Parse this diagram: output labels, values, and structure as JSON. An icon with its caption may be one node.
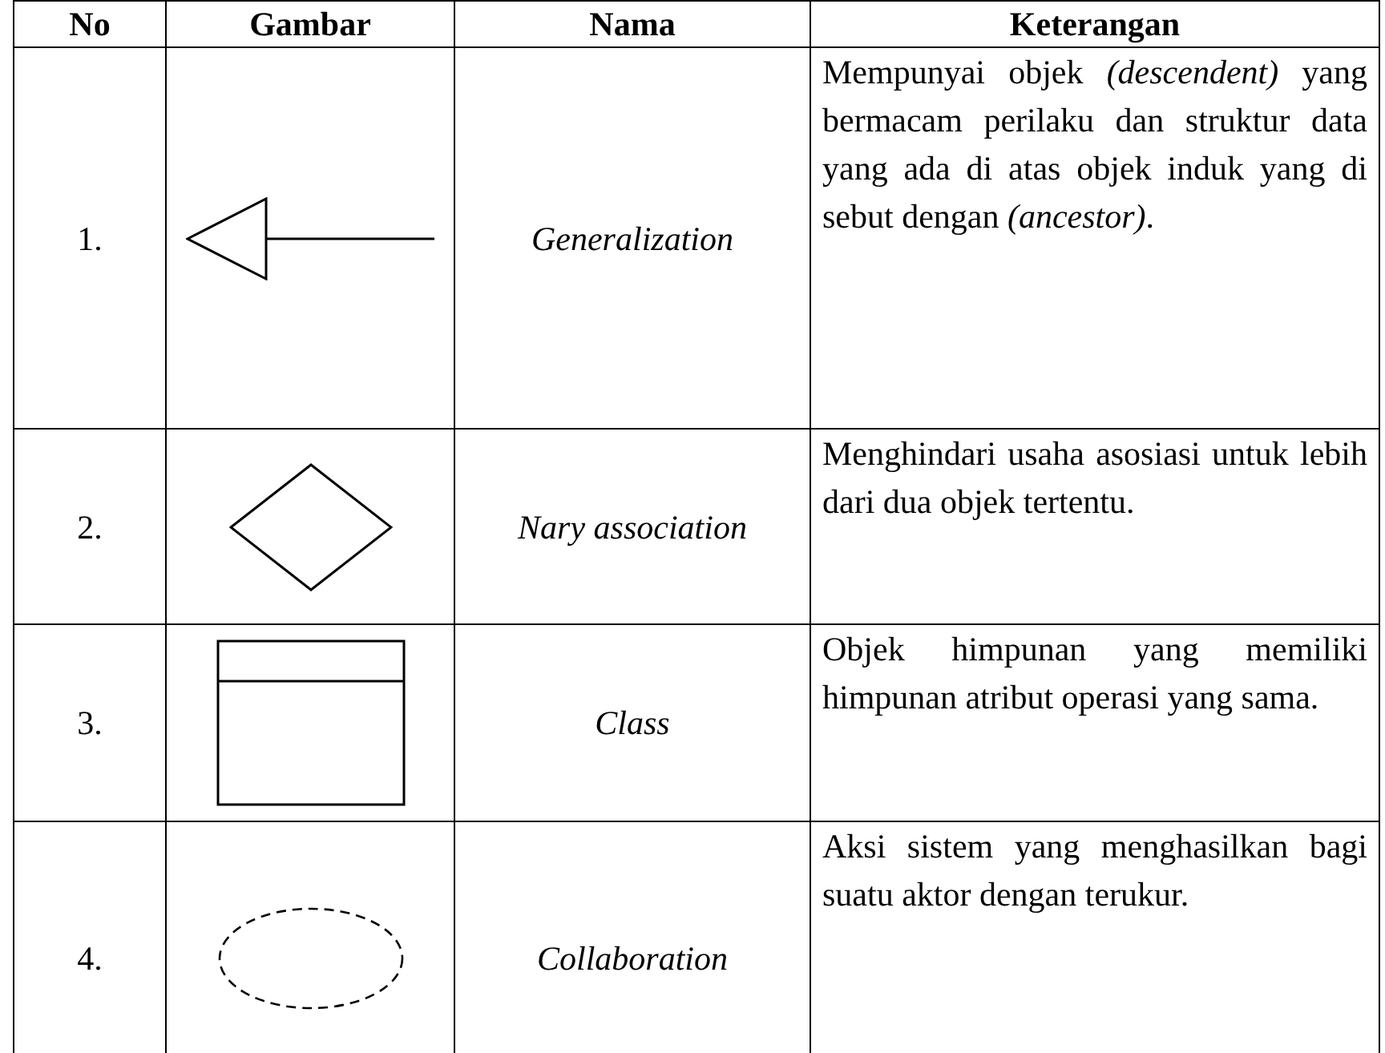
{
  "diagram": {
    "labels": [
      "No",
      "Gambar",
      "Nama",
      "Keterangan",
      "1.",
      "Generalization",
      "Mempunyai objek *(descendent)* yang bermacam perilaku dan struktur data yang ada di atas objek induk yang di sebut dengan *(ancestor)*.",
      "2.",
      "Nary association",
      "Menghindari usaha asosiasi untuk lebih dari dua objek tertentu.",
      "3.",
      "Class",
      "Objek himpunan yang memiliki himpunan atribut operasi yang sama.",
      "4.",
      "Collaboration",
      "Aksi sistem yang menghasilkan bagi suatu aktor dengan terukur."
    ]
  }
}
